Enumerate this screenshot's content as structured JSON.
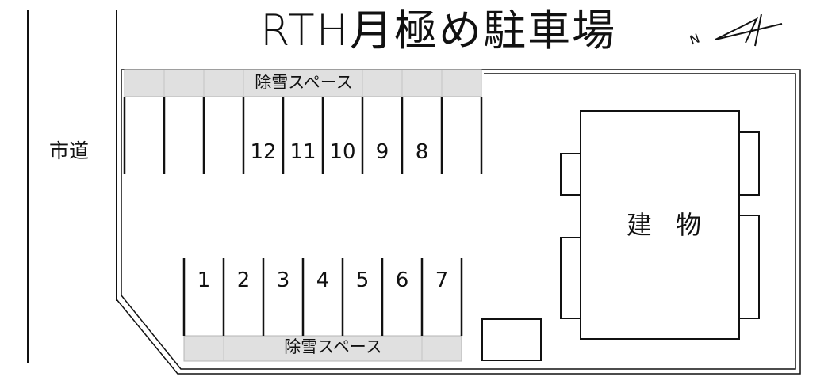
{
  "title": "RTH月極め駐車場",
  "road_label": "市道",
  "building_label": "建 物",
  "snow_space_label": "除雪スペース",
  "north_label": "N",
  "spaces_top": [
    "12",
    "11",
    "10",
    "9",
    "8"
  ],
  "spaces_bottom": [
    "1",
    "2",
    "3",
    "4",
    "5",
    "6",
    "7"
  ],
  "colors": {
    "line": "#111111",
    "snow_fill": "#e0e0e0",
    "background": "#ffffff"
  }
}
